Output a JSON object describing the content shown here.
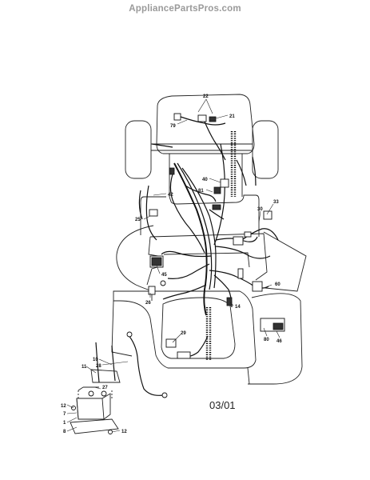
{
  "watermark": "AppliancePartsPros.com",
  "date_code": "03/01",
  "diagram": {
    "callouts": [
      {
        "id": "c22",
        "text": "22"
      },
      {
        "id": "c21",
        "text": "21"
      },
      {
        "id": "c79",
        "text": "79"
      },
      {
        "id": "c40",
        "text": "40"
      },
      {
        "id": "c81",
        "text": "81"
      },
      {
        "id": "c42",
        "text": "42"
      },
      {
        "id": "c33",
        "text": "33"
      },
      {
        "id": "c30",
        "text": "30"
      },
      {
        "id": "c25",
        "text": "25"
      },
      {
        "id": "c45",
        "text": "45"
      },
      {
        "id": "c60",
        "text": "60"
      },
      {
        "id": "c26",
        "text": "26"
      },
      {
        "id": "c14",
        "text": "14"
      },
      {
        "id": "c29",
        "text": "29"
      },
      {
        "id": "c80",
        "text": "80"
      },
      {
        "id": "c46",
        "text": "46"
      },
      {
        "id": "c10",
        "text": "10"
      },
      {
        "id": "c28",
        "text": "28"
      },
      {
        "id": "c11",
        "text": "11"
      },
      {
        "id": "c27",
        "text": "27"
      },
      {
        "id": "c12a",
        "text": "12"
      },
      {
        "id": "c7",
        "text": "7"
      },
      {
        "id": "c1",
        "text": "1"
      },
      {
        "id": "c8",
        "text": "8"
      },
      {
        "id": "c12b",
        "text": "12"
      }
    ]
  }
}
